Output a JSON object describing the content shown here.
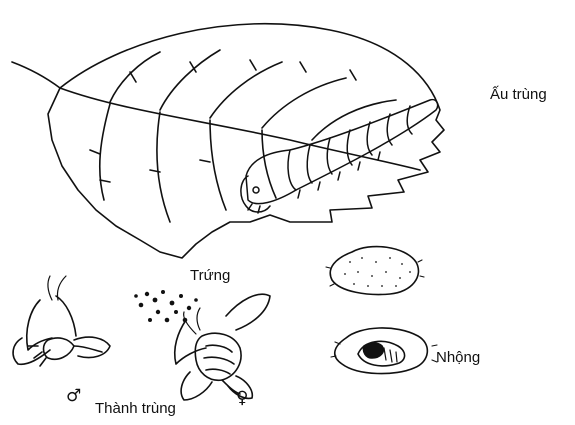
{
  "labels": {
    "larva": "Ấu trùng",
    "egg": "Trứng",
    "pupa": "Nhộng",
    "adult": "Thành trùng"
  },
  "symbols": {
    "male": "♂",
    "female": "♀"
  },
  "colors": {
    "ink": "#111111",
    "background": "#ffffff"
  }
}
